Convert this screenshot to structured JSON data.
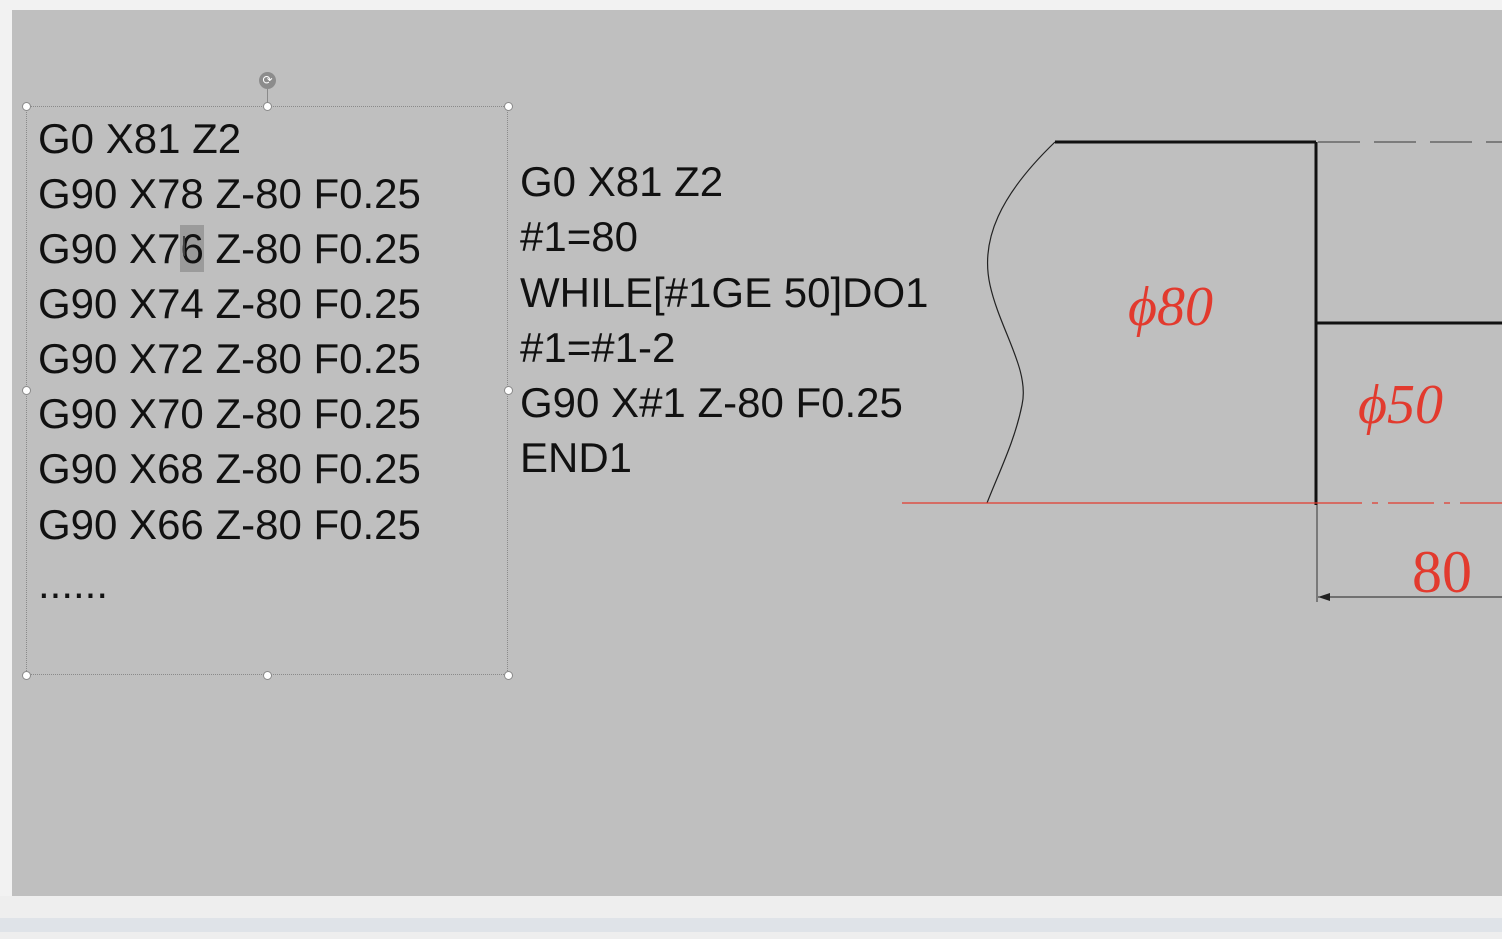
{
  "left_code": {
    "lines": [
      "G0 X81 Z2",
      "G90 X78 Z-80 F0.25",
      "G90 X76 Z-80 F0.25",
      "G90 X74 Z-80 F0.25",
      "G90 X72 Z-80 F0.25",
      "G90 X70 Z-80 F0.25",
      "G90 X68 Z-80 F0.25",
      "G90 X66 Z-80 F0.25",
      "......"
    ],
    "line3_prefix": "G90 X7",
    "line3_selected": "6",
    "line3_suffix": " Z-80 F0.25"
  },
  "right_code": {
    "lines": [
      "G0 X81 Z2",
      "#1=80",
      "WHILE[#1GE 50]DO1",
      "#1=#1-2",
      "G90 X#1 Z-80 F0.25",
      "END1"
    ]
  },
  "drawing": {
    "dim_large_diameter": "ϕ80",
    "dim_small_diameter": "ϕ50",
    "dim_length": "80",
    "dimension_color": "#e23a2e"
  },
  "icons": {
    "rotate_handle": "rotate-icon"
  }
}
